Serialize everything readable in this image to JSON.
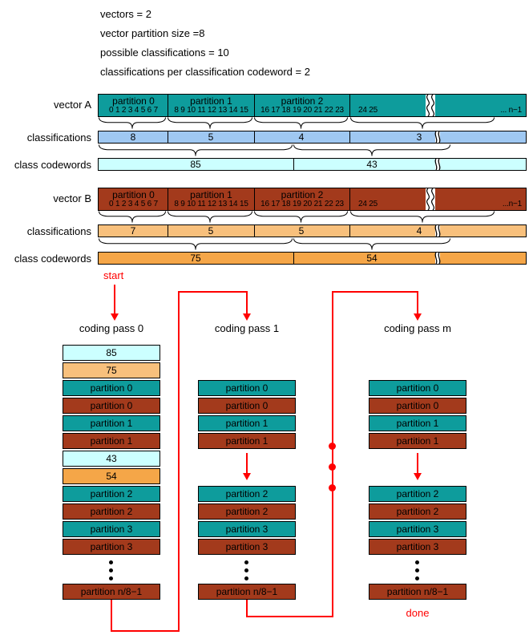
{
  "params": {
    "vectors": "vectors = 2",
    "partition_size": "vector partition size =8",
    "possible_classifications": "possible classifications = 10",
    "per_codeword": "classifications per classification codeword = 2"
  },
  "row_labels": {
    "vector_a": "vector A",
    "classifications": "classifications",
    "class_codewords": "class codewords",
    "vector_b": "vector B"
  },
  "vector_a": {
    "partitions": [
      "partition 0",
      "partition 1",
      "partition 2"
    ],
    "indices": [
      "0 1 2 3 4 5 6 7",
      "8 9 10 11 12 13 14 15",
      "16 17 18 19 20 21 22 23",
      "24 25"
    ],
    "tail": "... n−1",
    "classifications": [
      "8",
      "5",
      "4",
      "3"
    ],
    "codewords": [
      "85",
      "43"
    ]
  },
  "vector_b": {
    "partitions": [
      "partition 0",
      "partition 1",
      "partition 2"
    ],
    "indices": [
      "0 1 2 3 4 5 6 7",
      "8 9 10 11 12 13 14 15",
      "16 17 18 19 20 21 22 23",
      "24 25"
    ],
    "tail": "...n−1",
    "classifications": [
      "7",
      "5",
      "5",
      "4"
    ],
    "codewords": [
      "75",
      "54"
    ]
  },
  "flow": {
    "start": "start",
    "done": "done"
  },
  "passes": {
    "p0": {
      "title": "coding pass 0",
      "boxes": [
        {
          "label": "85",
          "kind": "palecyan"
        },
        {
          "label": "75",
          "kind": "tan"
        },
        {
          "label": "partition 0",
          "kind": "teal"
        },
        {
          "label": "partition 0",
          "kind": "brick"
        },
        {
          "label": "partition 1",
          "kind": "teal"
        },
        {
          "label": "partition 1",
          "kind": "brick"
        },
        {
          "label": "43",
          "kind": "palecyan"
        },
        {
          "label": "54",
          "kind": "orange"
        },
        {
          "label": "partition 2",
          "kind": "teal"
        },
        {
          "label": "partition 2",
          "kind": "brick"
        },
        {
          "label": "partition 3",
          "kind": "teal"
        },
        {
          "label": "partition 3",
          "kind": "brick"
        }
      ],
      "last": {
        "label": "partition n/8−1",
        "kind": "brick"
      }
    },
    "p1": {
      "title": "coding pass 1",
      "top": [
        {
          "label": "partition 0",
          "kind": "teal"
        },
        {
          "label": "partition 0",
          "kind": "brick"
        },
        {
          "label": "partition 1",
          "kind": "teal"
        },
        {
          "label": "partition 1",
          "kind": "brick"
        }
      ],
      "bottom": [
        {
          "label": "partition 2",
          "kind": "teal"
        },
        {
          "label": "partition 2",
          "kind": "brick"
        },
        {
          "label": "partition 3",
          "kind": "teal"
        },
        {
          "label": "partition 3",
          "kind": "brick"
        }
      ],
      "last": {
        "label": "partition n/8−1",
        "kind": "brick"
      }
    },
    "pm": {
      "title": "coding pass m",
      "top": [
        {
          "label": "partition 0",
          "kind": "teal"
        },
        {
          "label": "partition 0",
          "kind": "brick"
        },
        {
          "label": "partition 1",
          "kind": "teal"
        },
        {
          "label": "partition 1",
          "kind": "brick"
        }
      ],
      "bottom": [
        {
          "label": "partition 2",
          "kind": "teal"
        },
        {
          "label": "partition 2",
          "kind": "brick"
        },
        {
          "label": "partition 3",
          "kind": "teal"
        },
        {
          "label": "partition 3",
          "kind": "brick"
        }
      ],
      "last": {
        "label": "partition n/8−1",
        "kind": "brick"
      }
    }
  },
  "colors": {
    "teal": "#0E9C9C",
    "brick": "#A33A1C",
    "light_blue": "#9FC8F2",
    "pale_cyan": "#CCFFFF",
    "tan": "#F8C07C",
    "orange": "#F5A648",
    "flow_red": "#FF0000"
  }
}
